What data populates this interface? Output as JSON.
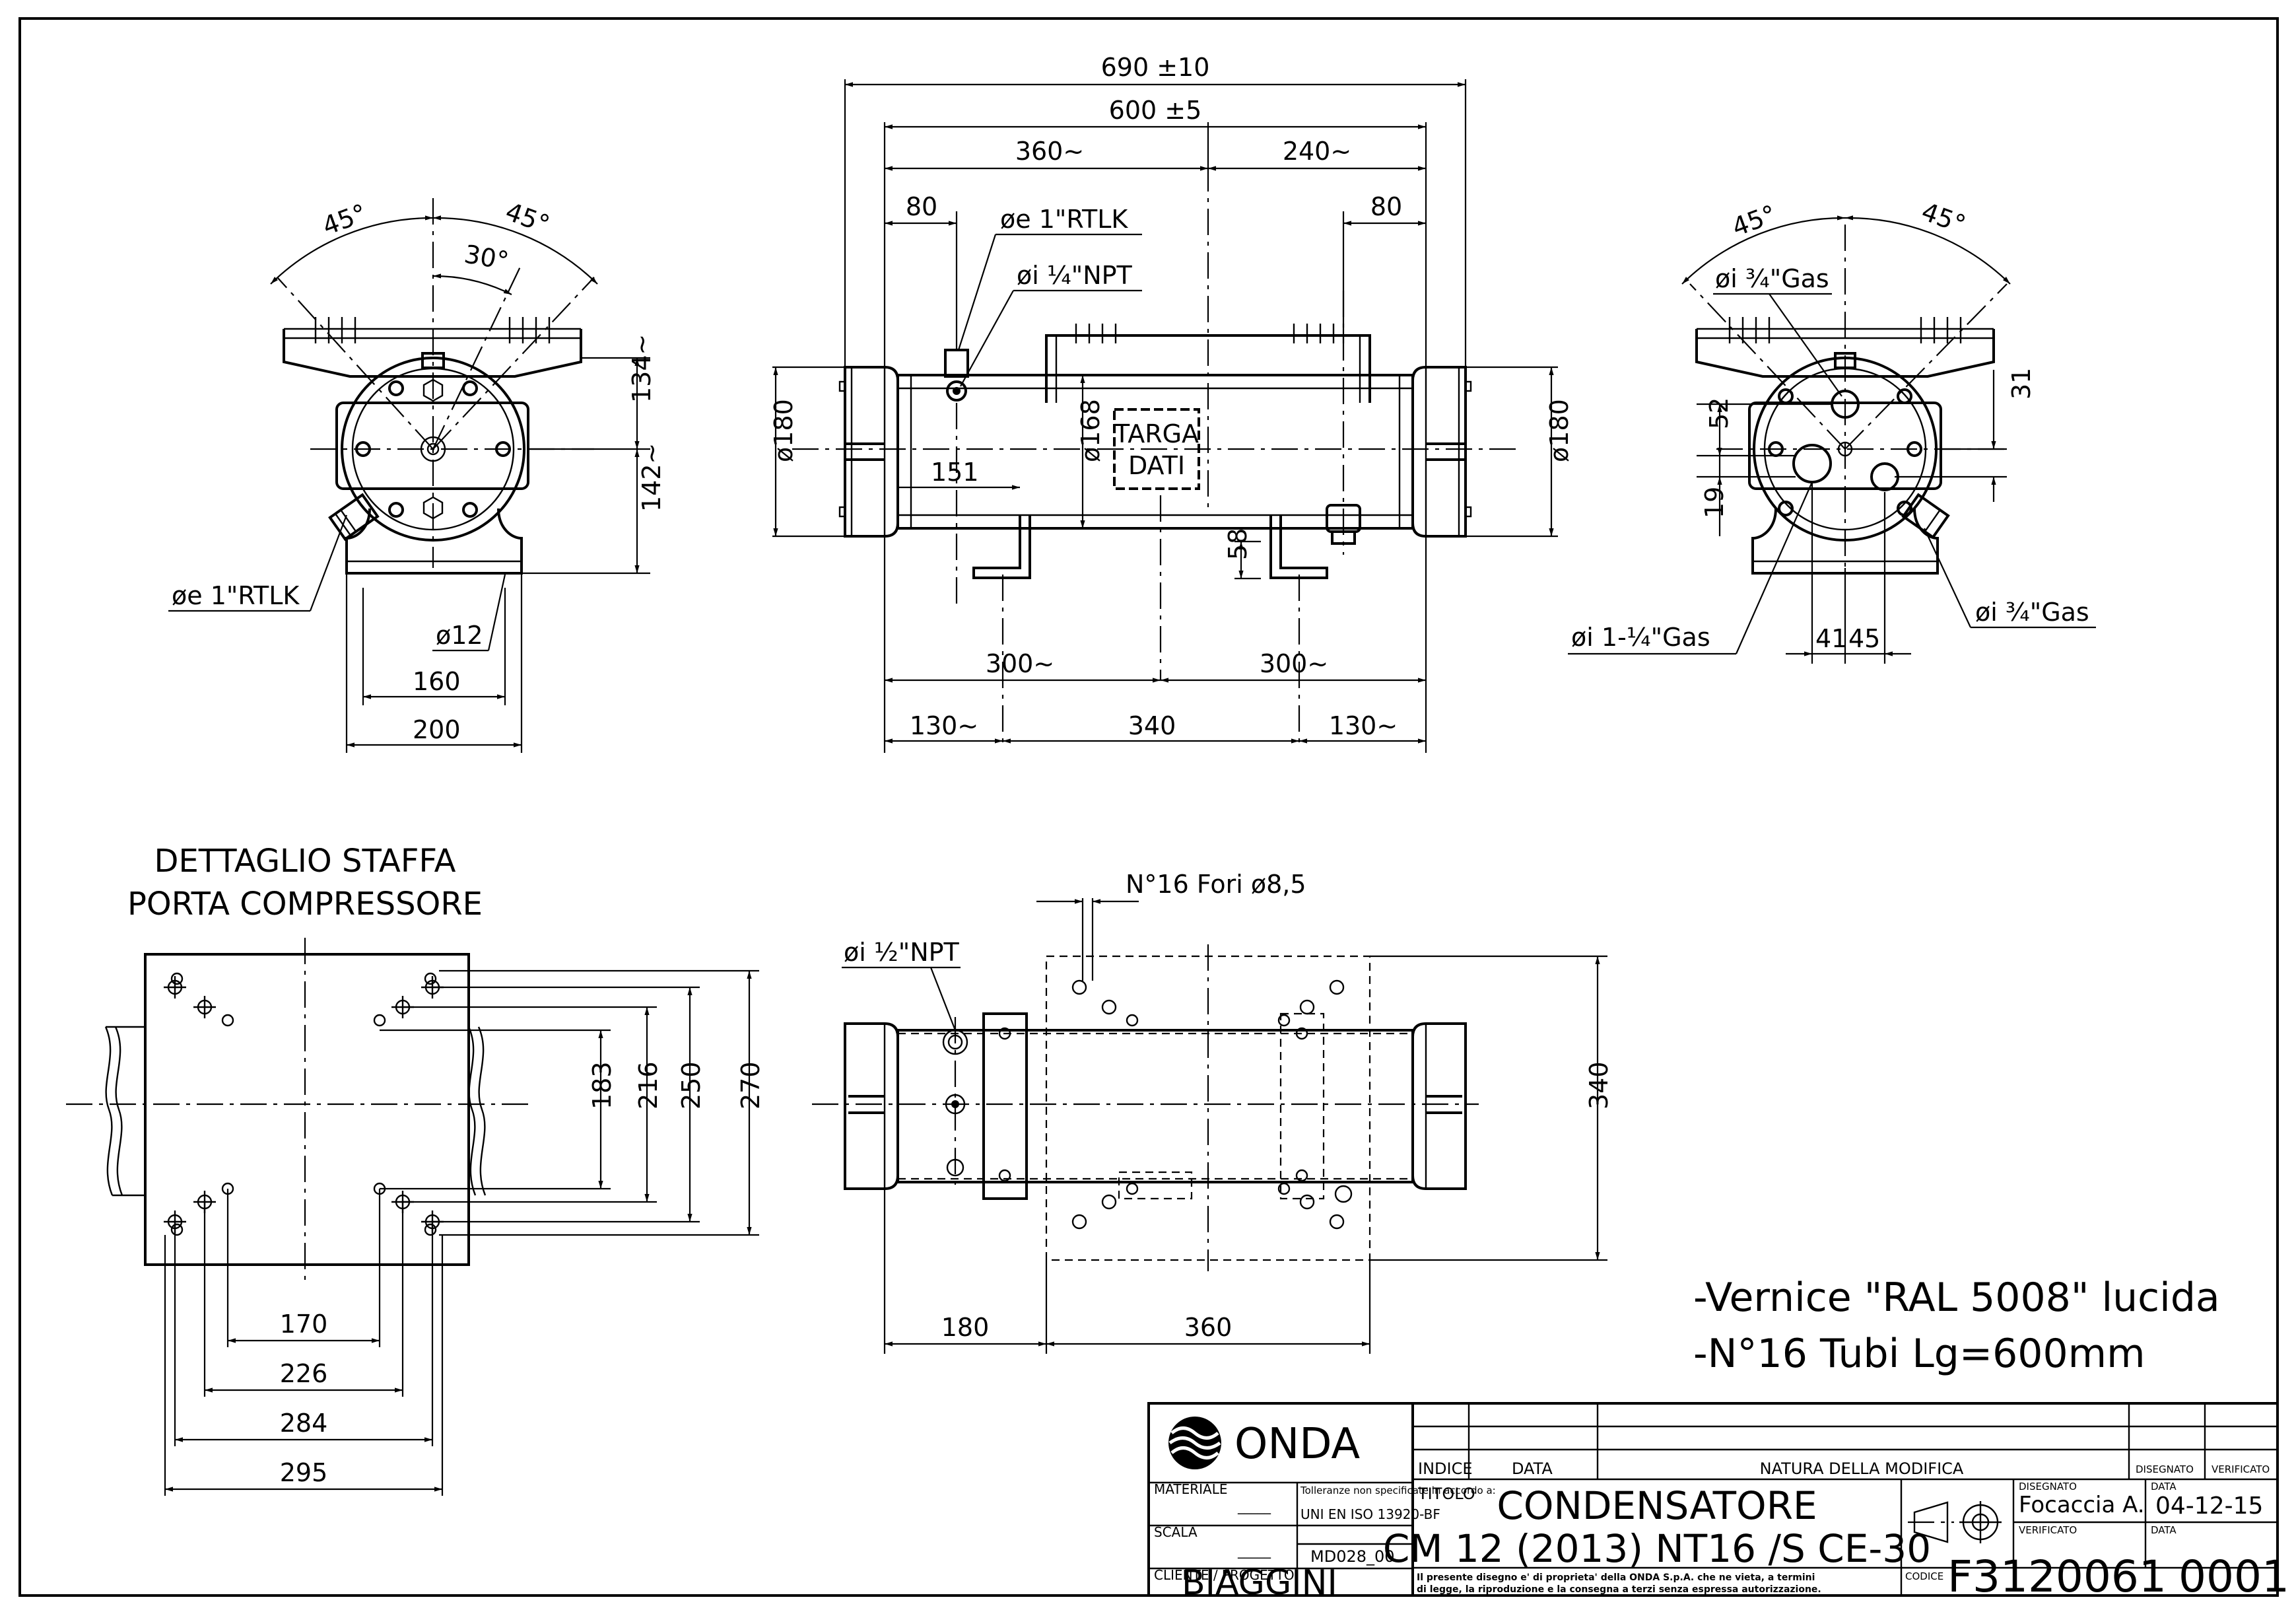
{
  "views": {
    "left": {
      "angle_left": "45°",
      "angle_right": "45°",
      "angle_center": "30°",
      "dim_134": "134~",
      "dim_142": "142~",
      "conn_label": "øe 1\"RTLK",
      "dim_hole": "ø12",
      "dim_160": "160",
      "dim_200": "200"
    },
    "front": {
      "dim_690": "690 ±10",
      "dim_600": "600 ±5",
      "dim_360": "360~",
      "dim_240": "240~",
      "dim_80_l": "80",
      "dim_80_r": "80",
      "conn_1": "øe 1\"RTLK",
      "conn_2": "øi ¼\"NPT",
      "dia_180_l": "ø180",
      "dia_168": "ø168",
      "dia_180_r": "ø180",
      "dim_151": "151",
      "dim_58": "58",
      "plate_line1": "TARGA",
      "plate_line2": "DATI",
      "dim_300_l": "300~",
      "dim_300_r": "300~",
      "dim_130_l": "130~",
      "dim_340": "340",
      "dim_130_r": "130~"
    },
    "right": {
      "angle_left": "45°",
      "angle_right": "45°",
      "conn_top": "øi ¾\"Gas",
      "dim_52": "52",
      "dim_31": "31",
      "dim_19": "19",
      "conn_bottom_left": "øi 1-¼\"Gas",
      "conn_bottom_right": "øi ¾\"Gas",
      "dim_41": "41",
      "dim_45": "45"
    },
    "bracket": {
      "title_line1": "DETTAGLIO STAFFA",
      "title_line2": "PORTA COMPRESSORE",
      "dim_183": "183",
      "dim_216": "216",
      "dim_250": "250",
      "dim_270": "270",
      "dim_170": "170",
      "dim_226": "226",
      "dim_284": "284",
      "dim_295": "295"
    },
    "top": {
      "holes": "N°16 Fori ø8,5",
      "conn": "øi ½\"NPT",
      "dim_340": "340",
      "dim_180": "180",
      "dim_360": "360"
    }
  },
  "notes": [
    "-Vernice \"RAL 5008\" lucida",
    "-N°16 Tubi Lg=600mm"
  ],
  "title_block": {
    "logo": "ONDA",
    "materiale_label": "MATERIALE",
    "materiale_value": "_____",
    "tolleranze": "Tolleranze non specificate in accordo a:",
    "norma": "UNI EN ISO 13920-BF",
    "scala_label": "SCALA",
    "scala_value": "_____",
    "modulo": "MD028_00",
    "cliente_label": "CLIENTE / PROGETTO",
    "cliente": "BIAGGINI",
    "indice_label": "INDICE",
    "data_label": "DATA",
    "natura_label": "NATURA DELLA MODIFICA",
    "disegnato_label": "DISEGNATO",
    "verificato_label": "VERIFICATO",
    "titolo_label": "TITOLO",
    "title_line1": "CONDENSATORE",
    "title_line2": "CM 12 (2013) NT16 /S CE-30",
    "designer_label": "DISEGNATO",
    "designer": "Focaccia A.",
    "date_label": "DATA",
    "date": "04-12-15",
    "verif_label": "VERIFICATO",
    "verif_date_label": "DATA",
    "disclaimer_line1": "Il presente disegno e' di proprieta' della ONDA S.p.A. che ne vieta, a termini",
    "disclaimer_line2": "di legge, la riproduzione e la consegna a terzi senza espressa autorizzazione.",
    "codice_label": "CODICE",
    "code": "F3120061",
    "revision": "0001"
  }
}
